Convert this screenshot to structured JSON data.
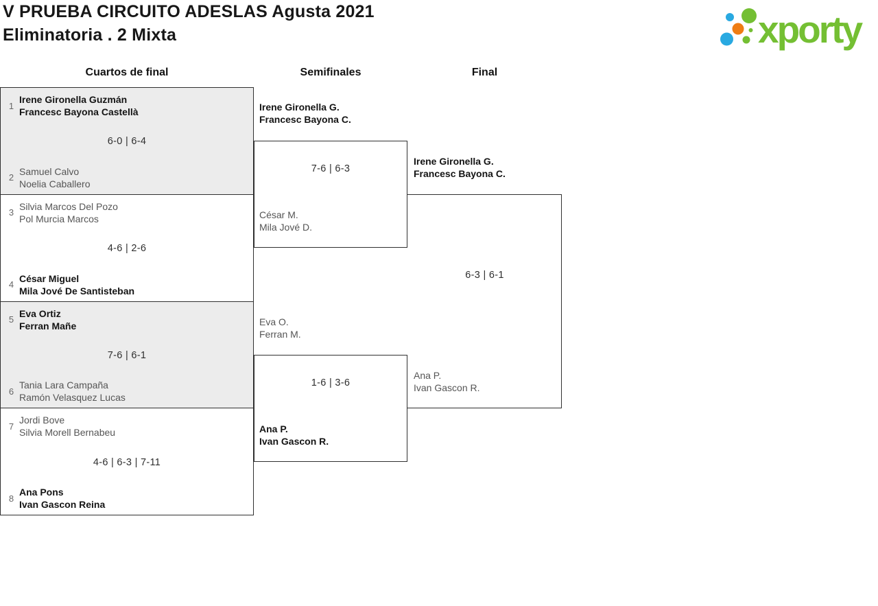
{
  "header": {
    "title_line1": "V PRUEBA CIRCUITO ADESLAS Agusta 2021",
    "title_line2": "Eliminatoria . 2 Mixta"
  },
  "logo": {
    "brand": "xporty",
    "colors": {
      "green": "#74bf33",
      "blue": "#29a9e1",
      "orange": "#ef7d14"
    }
  },
  "column_headers": {
    "quarterfinals": "Cuartos de final",
    "semifinals": "Semifinales",
    "final": "Final"
  },
  "quarterfinals": [
    {
      "top": {
        "seed": "1",
        "line1": "Irene Gironella Guzmán",
        "line2": "Francesc Bayona Castellà"
      },
      "score": "6-0 | 6-4",
      "bottom": {
        "seed": "2",
        "line1": "Samuel Calvo",
        "line2": "Noelia Caballero"
      }
    },
    {
      "top": {
        "seed": "3",
        "line1": "Silvia Marcos Del Pozo",
        "line2": "Pol Murcia Marcos"
      },
      "score": "4-6 | 2-6",
      "bottom": {
        "seed": "4",
        "line1": "César Miguel",
        "line2": "Mila Jové De Santisteban"
      }
    },
    {
      "top": {
        "seed": "5",
        "line1": "Eva Ortiz",
        "line2": "Ferran Mañe"
      },
      "score": "7-6 | 6-1",
      "bottom": {
        "seed": "6",
        "line1": "Tania Lara Campaña",
        "line2": "Ramón Velasquez Lucas"
      }
    },
    {
      "top": {
        "seed": "7",
        "line1": "Jordi Bove",
        "line2": "Silvia Morell Bernabeu"
      },
      "score": "4-6 | 6-3 | 7-11",
      "bottom": {
        "seed": "8",
        "line1": "Ana Pons",
        "line2": "Ivan Gascon Reina"
      }
    }
  ],
  "semifinals": [
    {
      "top": {
        "line1": "Irene Gironella G.",
        "line2": "Francesc Bayona C."
      },
      "score": "7-6 | 6-3",
      "bottom": {
        "line1": "César M.",
        "line2": "Mila Jové D."
      }
    },
    {
      "top": {
        "line1": "Eva O.",
        "line2": "Ferran M."
      },
      "score": "1-6 | 3-6",
      "bottom": {
        "line1": "Ana P.",
        "line2": "Ivan Gascon R."
      }
    }
  ],
  "final": {
    "top": {
      "line1": "Irene Gironella G.",
      "line2": "Francesc Bayona C."
    },
    "score": "6-3 | 6-1",
    "bottom": {
      "line1": "Ana P.",
      "line2": "Ivan Gascon R."
    }
  }
}
